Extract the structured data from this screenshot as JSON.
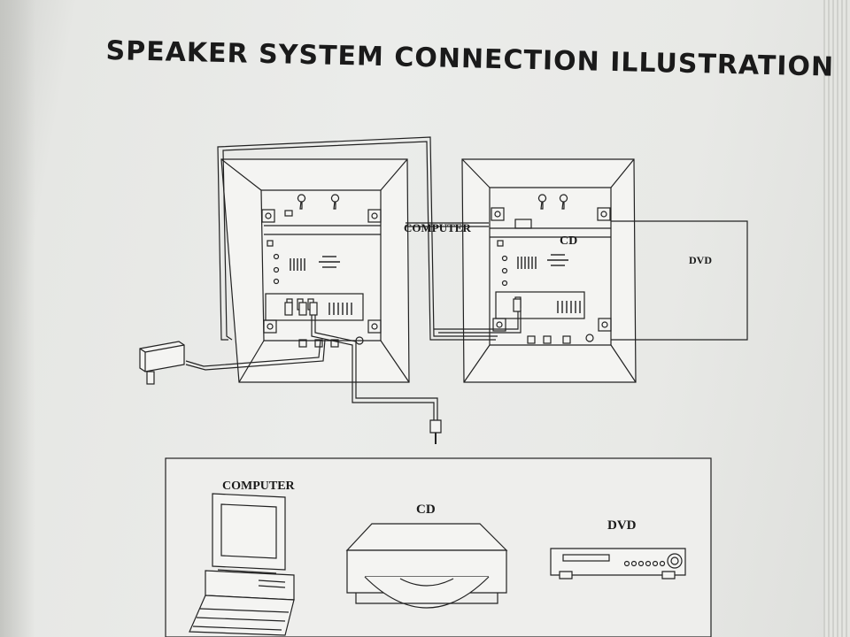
{
  "title": "SPEAKER SYSTEM CONNECTION ILLUSTRATION",
  "diagram_labels": {
    "computer_source": "COMPUTER",
    "cd_source": "CD",
    "dvd_source": "DVD"
  },
  "legend": {
    "computer": "COMPUTER",
    "cd": "CD",
    "dvd": "DVD"
  }
}
